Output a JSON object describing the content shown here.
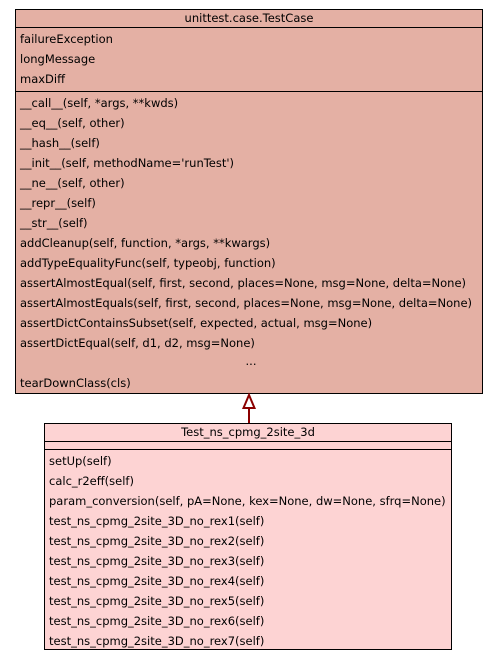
{
  "parent": {
    "name": "unittest.case.TestCase",
    "attributes": [
      "failureException",
      "longMessage",
      "maxDiff"
    ],
    "methods": [
      "__call__(self, *args, **kwds)",
      "__eq__(self, other)",
      "__hash__(self)",
      "__init__(self, methodName='runTest')",
      "__ne__(self, other)",
      "__repr__(self)",
      "__str__(self)",
      "addCleanup(self, function, *args, **kwargs)",
      "addTypeEqualityFunc(self, typeobj, function)",
      "assertAlmostEqual(self, first, second, places=None, msg=None, delta=None)",
      "assertAlmostEquals(self, first, second, places=None, msg=None, delta=None)",
      "assertDictContainsSubset(self, expected, actual, msg=None)",
      "assertDictEqual(self, d1, d2, msg=None)"
    ],
    "ellipsis": "...",
    "last_method": "tearDownClass(cls)"
  },
  "child": {
    "name": "Test_ns_cpmg_2site_3d",
    "methods": [
      "setUp(self)",
      "calc_r2eff(self)",
      "param_conversion(self, pA=None, kex=None, dw=None, sfrq=None)",
      "test_ns_cpmg_2site_3D_no_rex1(self)",
      "test_ns_cpmg_2site_3D_no_rex2(self)",
      "test_ns_cpmg_2site_3D_no_rex3(self)",
      "test_ns_cpmg_2site_3D_no_rex4(self)",
      "test_ns_cpmg_2site_3D_no_rex5(self)",
      "test_ns_cpmg_2site_3D_no_rex6(self)",
      "test_ns_cpmg_2site_3D_no_rex7(self)"
    ]
  },
  "colors": {
    "parent_fill": "#e4b0a4",
    "child_fill": "#fdd3d3",
    "arrow": "#8b0000"
  }
}
